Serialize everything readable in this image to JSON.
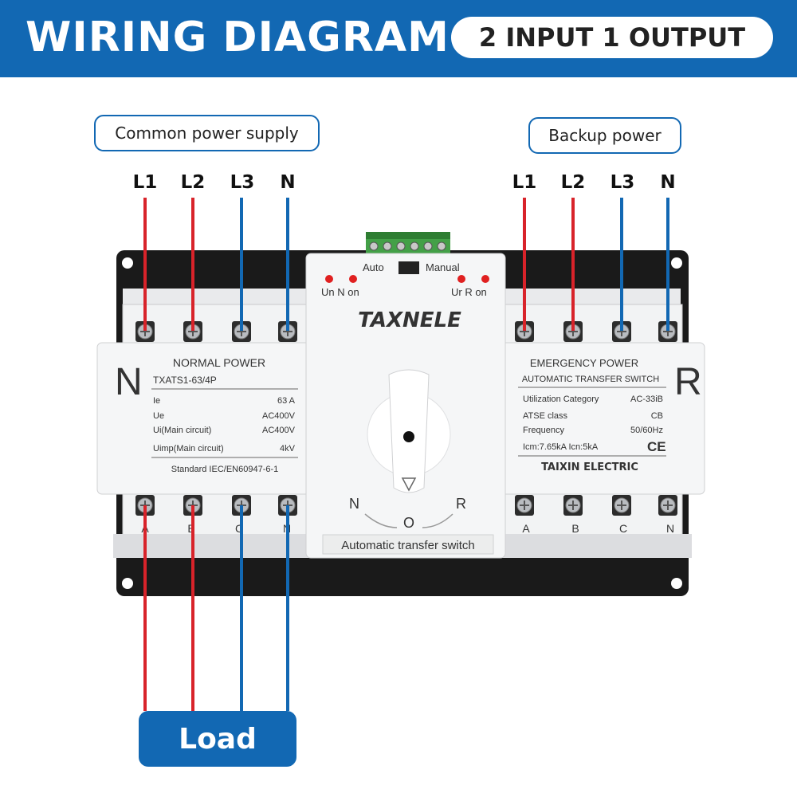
{
  "header": {
    "title": "WIRING DIAGRAM",
    "subtitle": "2 INPUT 1 OUTPUT"
  },
  "sources": {
    "common": {
      "label": "Common power supply",
      "phases": [
        "L1",
        "L2",
        "L3",
        "N"
      ]
    },
    "backup": {
      "label": "Backup power",
      "phases": [
        "L1",
        "L2",
        "L3",
        "N"
      ]
    }
  },
  "load": {
    "label": "Load"
  },
  "device": {
    "brand": "TAXNELE",
    "mode_auto": "Auto",
    "mode_manual": "Manual",
    "indicator_left": "Un N on",
    "indicator_right": "Ur R on",
    "left_letter": "N",
    "right_letter": "R",
    "terminal_labels": [
      "A",
      "B",
      "C",
      "N"
    ],
    "bottom_label": "Automatic transfer switch",
    "dial_positions": [
      "N",
      "O",
      "R"
    ],
    "normal_panel": {
      "heading": "NORMAL POWER",
      "model": "TXATS1-63/4P",
      "specs": [
        {
          "key": "Ie",
          "value": "63 A"
        },
        {
          "key": "Ue",
          "value": "AC400V"
        },
        {
          "key": "Ui(Main circuit)",
          "value": "AC400V"
        },
        {
          "key": "Uimp(Main circuit)",
          "value": "4kV"
        }
      ],
      "standard": "Standard IEC/EN60947-6-1"
    },
    "emergency_panel": {
      "heading": "EMERGENCY POWER",
      "subheading": "AUTOMATIC TRANSFER SWITCH",
      "specs": [
        {
          "key": "Utilization Category",
          "value": "AC-33iB"
        },
        {
          "key": "ATSE class",
          "value": "CB"
        },
        {
          "key": "Frequency",
          "value": "50/60Hz"
        },
        {
          "key": "Icm:7.65kA Icn:5kA",
          "value": "CE"
        }
      ],
      "maker": "TAIXIN ELECTRIC"
    }
  },
  "colors": {
    "brand_blue": "#1268b3",
    "wire_red": "#d8232a",
    "wire_blue": "#1268b3",
    "terminal_green": "#4caf50"
  }
}
